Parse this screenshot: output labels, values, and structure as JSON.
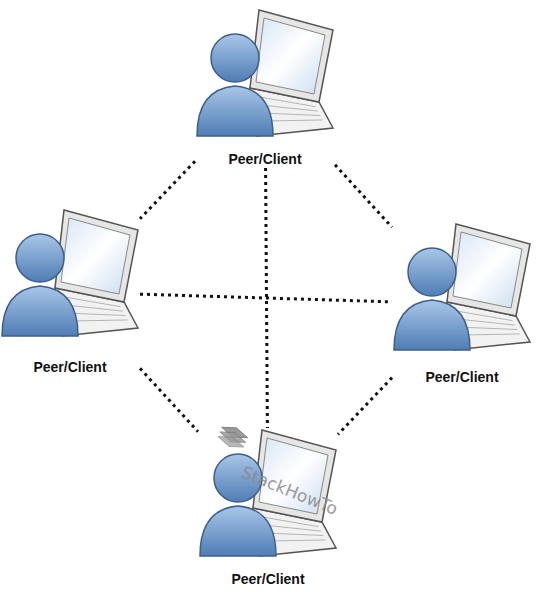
{
  "diagram": {
    "nodes": [
      {
        "text": [
          "Peer/Client"
        ]
      },
      {
        "text": [
          "Peer/Client"
        ]
      },
      {
        "text": [
          "Peer/Client"
        ]
      },
      {
        "text": [
          "Peer/Client"
        ]
      }
    ],
    "edges": [
      {
        "from": 0,
        "to": 1,
        "arrow": "none"
      },
      {
        "from": 0,
        "to": 2,
        "arrow": "none"
      },
      {
        "from": 0,
        "to": 3,
        "arrow": "none"
      },
      {
        "from": 1,
        "to": 2,
        "arrow": "none"
      },
      {
        "from": 1,
        "to": 3,
        "arrow": "none"
      },
      {
        "from": 2,
        "to": 3,
        "arrow": "none"
      }
    ],
    "labels": [
      "StackHowTo"
    ]
  }
}
